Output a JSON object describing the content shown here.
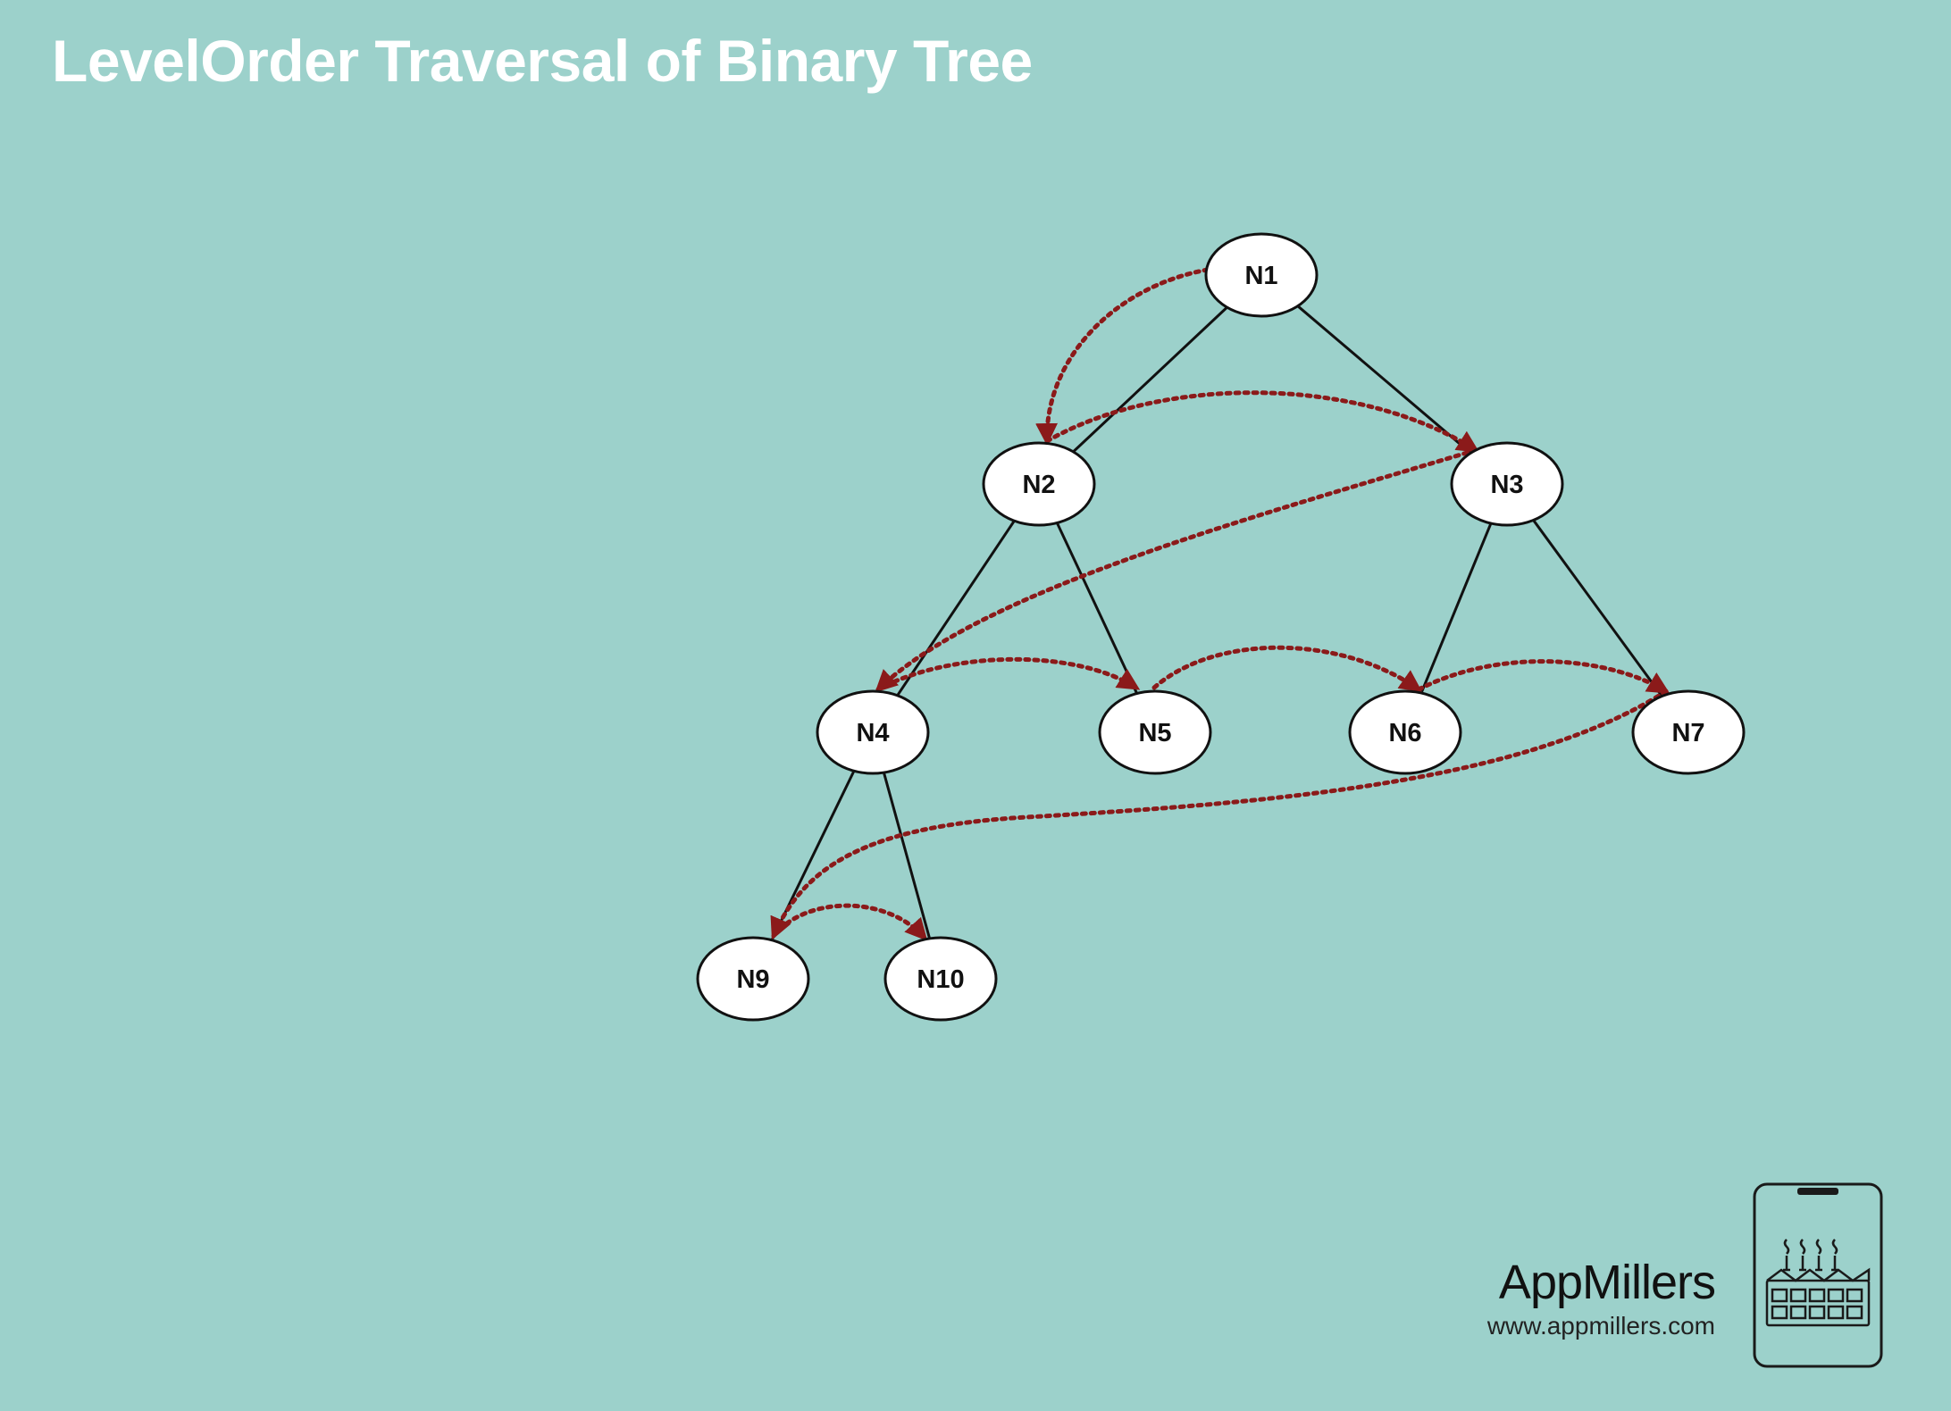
{
  "title": "LevelOrder Traversal of Binary Tree",
  "colors": {
    "background": "#9cd1cb",
    "edge": "#111111",
    "traversal": "#8b1a1a",
    "node_fill": "#ffffff"
  },
  "tree": {
    "nodes": [
      {
        "id": "N1",
        "label": "N1"
      },
      {
        "id": "N2",
        "label": "N2"
      },
      {
        "id": "N3",
        "label": "N3"
      },
      {
        "id": "N4",
        "label": "N4"
      },
      {
        "id": "N5",
        "label": "N5"
      },
      {
        "id": "N6",
        "label": "N6"
      },
      {
        "id": "N7",
        "label": "N7"
      },
      {
        "id": "N9",
        "label": "N9"
      },
      {
        "id": "N10",
        "label": "N10"
      }
    ],
    "edges": [
      [
        "N1",
        "N2"
      ],
      [
        "N1",
        "N3"
      ],
      [
        "N2",
        "N4"
      ],
      [
        "N2",
        "N5"
      ],
      [
        "N3",
        "N6"
      ],
      [
        "N3",
        "N7"
      ],
      [
        "N4",
        "N9"
      ],
      [
        "N4",
        "N10"
      ]
    ],
    "traversal_order": [
      "N1",
      "N2",
      "N3",
      "N4",
      "N5",
      "N6",
      "N7",
      "N9",
      "N10"
    ]
  },
  "brand": {
    "name": "AppMillers",
    "url": "www.appmillers.com",
    "logo_icon": "phone-factory-icon"
  }
}
